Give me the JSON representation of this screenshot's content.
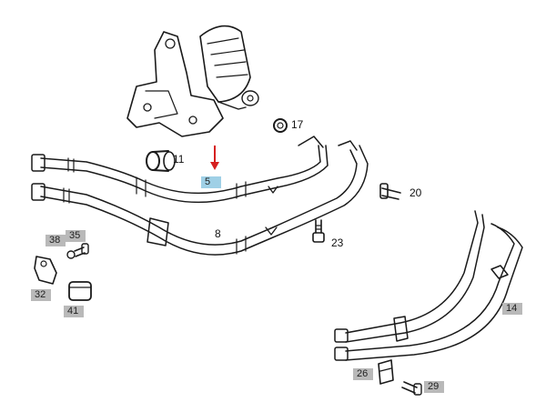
{
  "colors": {
    "ink": "#1a1a1a",
    "tag_gray": "#b9b9b9",
    "tag_highlight": "#9fd0e6",
    "pointer_arrow": "#d62020"
  },
  "parts": {
    "p5": {
      "label": "5",
      "style": "highlight"
    },
    "p8": {
      "label": "8",
      "style": "plain"
    },
    "p11": {
      "label": "11",
      "style": "plain"
    },
    "p14": {
      "label": "14",
      "style": "tag"
    },
    "p17": {
      "label": "17",
      "style": "plain"
    },
    "p20": {
      "label": "20",
      "style": "plain"
    },
    "p23": {
      "label": "23",
      "style": "plain"
    },
    "p26": {
      "label": "26",
      "style": "tag"
    },
    "p29": {
      "label": "29",
      "style": "tag"
    },
    "p32": {
      "label": "32",
      "style": "tag"
    },
    "p35": {
      "label": "35",
      "style": "tag"
    },
    "p38": {
      "label": "38",
      "style": "tag"
    },
    "p41": {
      "label": "41",
      "style": "tag"
    }
  }
}
